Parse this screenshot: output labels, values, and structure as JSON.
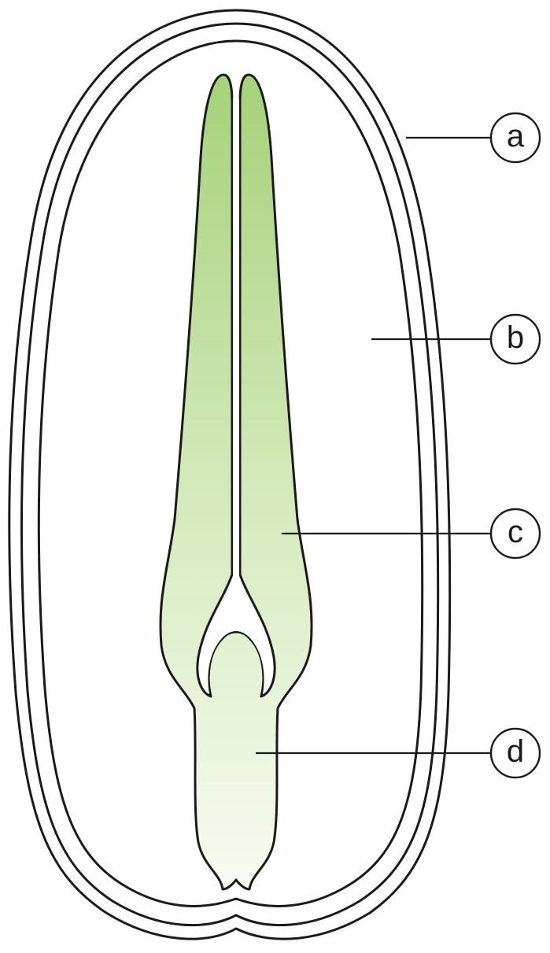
{
  "diagram": {
    "labels": [
      {
        "id": "a",
        "text": "a"
      },
      {
        "id": "b",
        "text": "b"
      },
      {
        "id": "c",
        "text": "c"
      },
      {
        "id": "d",
        "text": "d"
      }
    ],
    "colors": {
      "embryo_top": "#a6d27a",
      "embryo_mid": "#d8ebc0",
      "embryo_bottom": "#f8fbf2",
      "line": "#1a1a1a",
      "background": "#ffffff"
    }
  }
}
